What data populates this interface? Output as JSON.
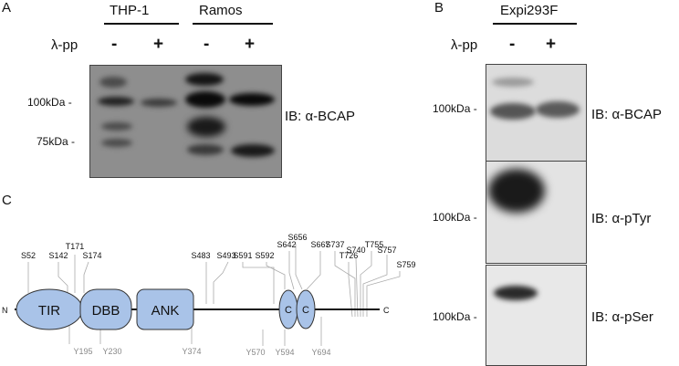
{
  "panelA": {
    "letter": "A",
    "groups": [
      "THP-1",
      "Ramos"
    ],
    "lambda_label": "λ-pp",
    "lanes": [
      "-",
      "+",
      "-",
      "+"
    ],
    "mw": [
      "100kDa -",
      "75kDa -"
    ],
    "ib": "IB: α-BCAP"
  },
  "panelB": {
    "letter": "B",
    "cell": "Expi293F",
    "lambda_label": "λ-pp",
    "lanes": [
      "-",
      "+"
    ],
    "blots": [
      {
        "mw": "100kDa -",
        "ib": "IB: α-BCAP"
      },
      {
        "mw": "100kDa -",
        "ib": "IB: α-pTyr"
      },
      {
        "mw": "100kDa -",
        "ib": "IB: α-pSer"
      }
    ]
  },
  "panelC": {
    "letter": "C",
    "n_term": "N",
    "c_term": "C",
    "domains": [
      "TIR",
      "DBB",
      "ANK",
      "C",
      "C"
    ],
    "sites_top": [
      "S52",
      "S142",
      "T171",
      "S174",
      "S483",
      "S493",
      "S591",
      "S592",
      "S642",
      "S656",
      "S667",
      "T726",
      "S737",
      "S740",
      "T755",
      "S757",
      "S759"
    ],
    "sites_bottom": [
      "Y195",
      "Y230",
      "Y374",
      "Y570",
      "Y594",
      "Y694"
    ]
  }
}
